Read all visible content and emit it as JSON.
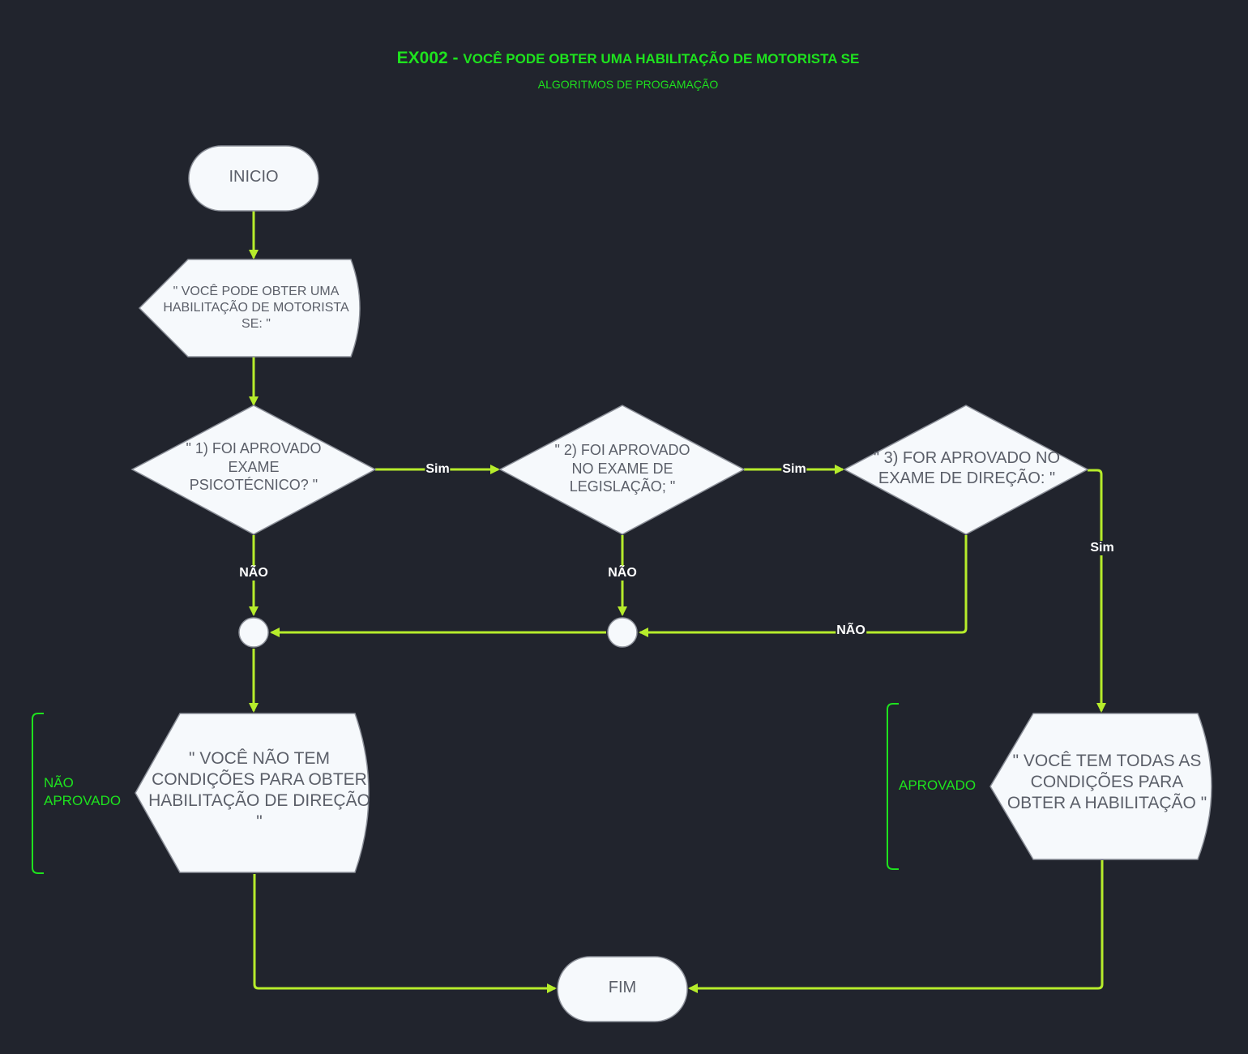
{
  "header": {
    "title_code": "EX002 - ",
    "title_rest": "VOCÊ PODE OBTER UMA HABILITAÇÃO DE MOTORISTA SE",
    "subtitle": "ALGORITMOS DE PROGAMAÇÃO"
  },
  "nodes": {
    "start": "INICIO",
    "display_intro": "\" VOCÊ PODE OBTER UMA HABILITAÇÃO DE MOTORISTA SE: \"",
    "decision_1": "\" 1) FOI APROVADO EXAME PSICOTÉCNICO? \"",
    "decision_2": "\" 2) FOI APROVADO NO EXAME DE LEGISLAÇÃO; \"",
    "decision_3": "\" 3) FOR APROVADO NO EXAME DE DIREÇÃO: \"",
    "display_fail": "\" VOCÊ NÃO TEM CONDIÇÕES PARA OBTER HABILITAÇÃO DE DIREÇÃO \"",
    "display_pass": "\" VOCÊ TEM TODAS AS CONDIÇÕES PARA OBTER A HABILITAÇÃO \"",
    "end": "FIM"
  },
  "edges": {
    "d1_yes": "Sim",
    "d2_yes": "Sim",
    "d3_yes": "Sim",
    "d1_no": "NÃO",
    "d2_no": "NÃO",
    "d3_no": "NÃO"
  },
  "annotations": {
    "fail": "NÃO APROVADO",
    "pass": "APROVADO"
  },
  "colors": {
    "background": "#21242d",
    "connector": "#b6ec2b",
    "node_fill": "#f6f9fc",
    "node_stroke": "#8c9099",
    "node_text": "#5b5f69",
    "title": "#1ee21e",
    "edge_label": "#ffffff"
  }
}
